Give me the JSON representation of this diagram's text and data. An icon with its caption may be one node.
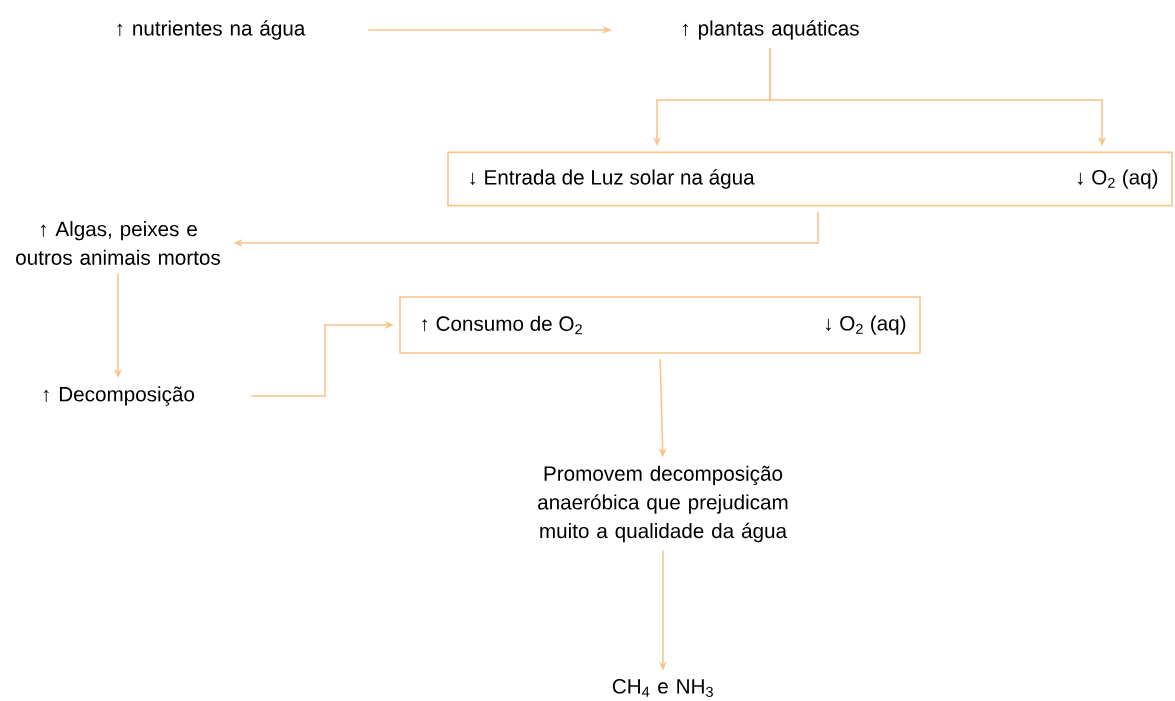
{
  "diagram": {
    "nodes": [
      {
        "text": [
          "↑ nutrientes na água"
        ]
      },
      {
        "text": [
          "↑ plantas aquáticas"
        ]
      },
      {
        "text": [
          "↓ Entrada de Luz solar na água",
          "↓ O$_{2}$ (aq)"
        ]
      },
      {
        "text": [
          "↑ Algas, peixes e outros animais mortos"
        ]
      },
      {
        "text": [
          "↑ Decomposição"
        ]
      },
      {
        "text": [
          "↑ Consumo de O$_{2}$",
          "↓ O$_{2}$ (aq)"
        ]
      },
      {
        "text": [
          "Promovem decomposição anaeróbica que prejudicam muito a qualidade da água"
        ]
      },
      {
        "text": [
          "CH$_{4}$ e NH$_{3}$"
        ]
      }
    ],
    "edges": [
      {
        "from": 0,
        "to": 1,
        "arrow": "to"
      },
      {
        "from": 1,
        "to": 2,
        "arrow": "to"
      },
      {
        "from": 1,
        "to": 2,
        "arrow": "to"
      },
      {
        "from": 2,
        "to": 3,
        "arrow": "to"
      },
      {
        "from": 3,
        "to": 4,
        "arrow": "to"
      },
      {
        "from": 4,
        "to": 5,
        "arrow": "to"
      },
      {
        "from": 5,
        "to": 6,
        "arrow": "to"
      },
      {
        "from": 6,
        "to": 7,
        "arrow": "to"
      }
    ]
  }
}
